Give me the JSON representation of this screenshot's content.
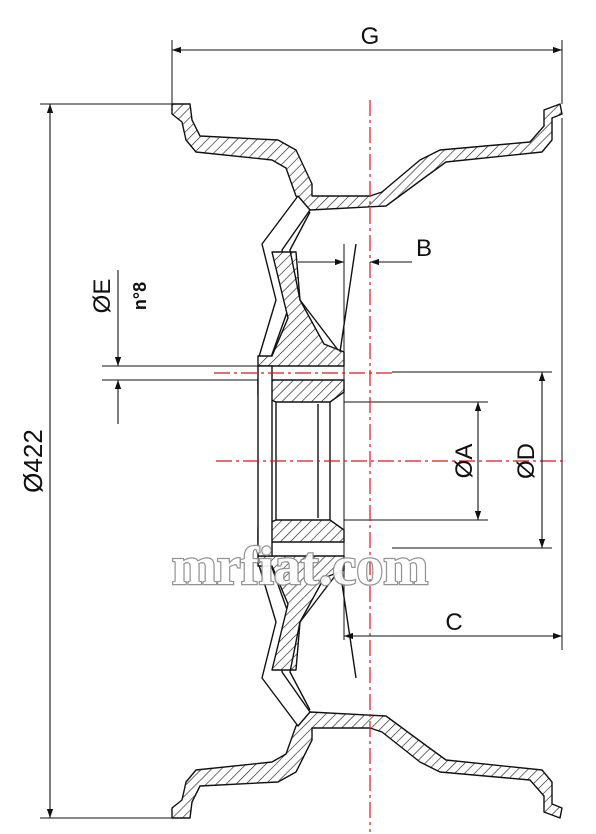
{
  "labels": {
    "g": "G",
    "b": "B",
    "c": "C",
    "dia_a": "ØA",
    "dia_d": "ØD",
    "dia_e": "ØE",
    "holes": "n°8",
    "dia_overall": "Ø422"
  },
  "watermark": "mrfiat.com",
  "colors": {
    "line": "#111111",
    "centerline": "#e0141e",
    "hatch": "#222222",
    "watermark_fill": "#ffffff",
    "watermark_stroke": "#8a8a8a"
  }
}
